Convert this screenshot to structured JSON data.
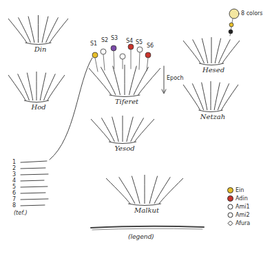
{
  "diagram": {
    "nodes": [
      {
        "text": [
          "Din"
        ]
      },
      {
        "text": [
          "Hesed"
        ]
      },
      {
        "text": [
          "Tiferet"
        ]
      },
      {
        "text": [
          "Hod"
        ]
      },
      {
        "text": [
          "Netzah"
        ]
      },
      {
        "text": [
          "Yesod"
        ]
      },
      {
        "text": [
          "Malkut"
        ]
      }
    ],
    "labels": [
      "S1",
      "S2",
      "S3",
      "S4",
      "S5",
      "S6",
      "Epoch",
      "1",
      "2",
      "3",
      "4",
      "5",
      "6",
      "7",
      "8",
      "(tef.)",
      "(legend)",
      "8 colors"
    ],
    "legend": [
      {
        "text": "Ein",
        "color": "#e6be2a"
      },
      {
        "text": "Adin",
        "color": "#c8342c"
      },
      {
        "text": "Ami1"
      },
      {
        "text": "Ami2"
      },
      {
        "text": "Afura"
      }
    ]
  }
}
